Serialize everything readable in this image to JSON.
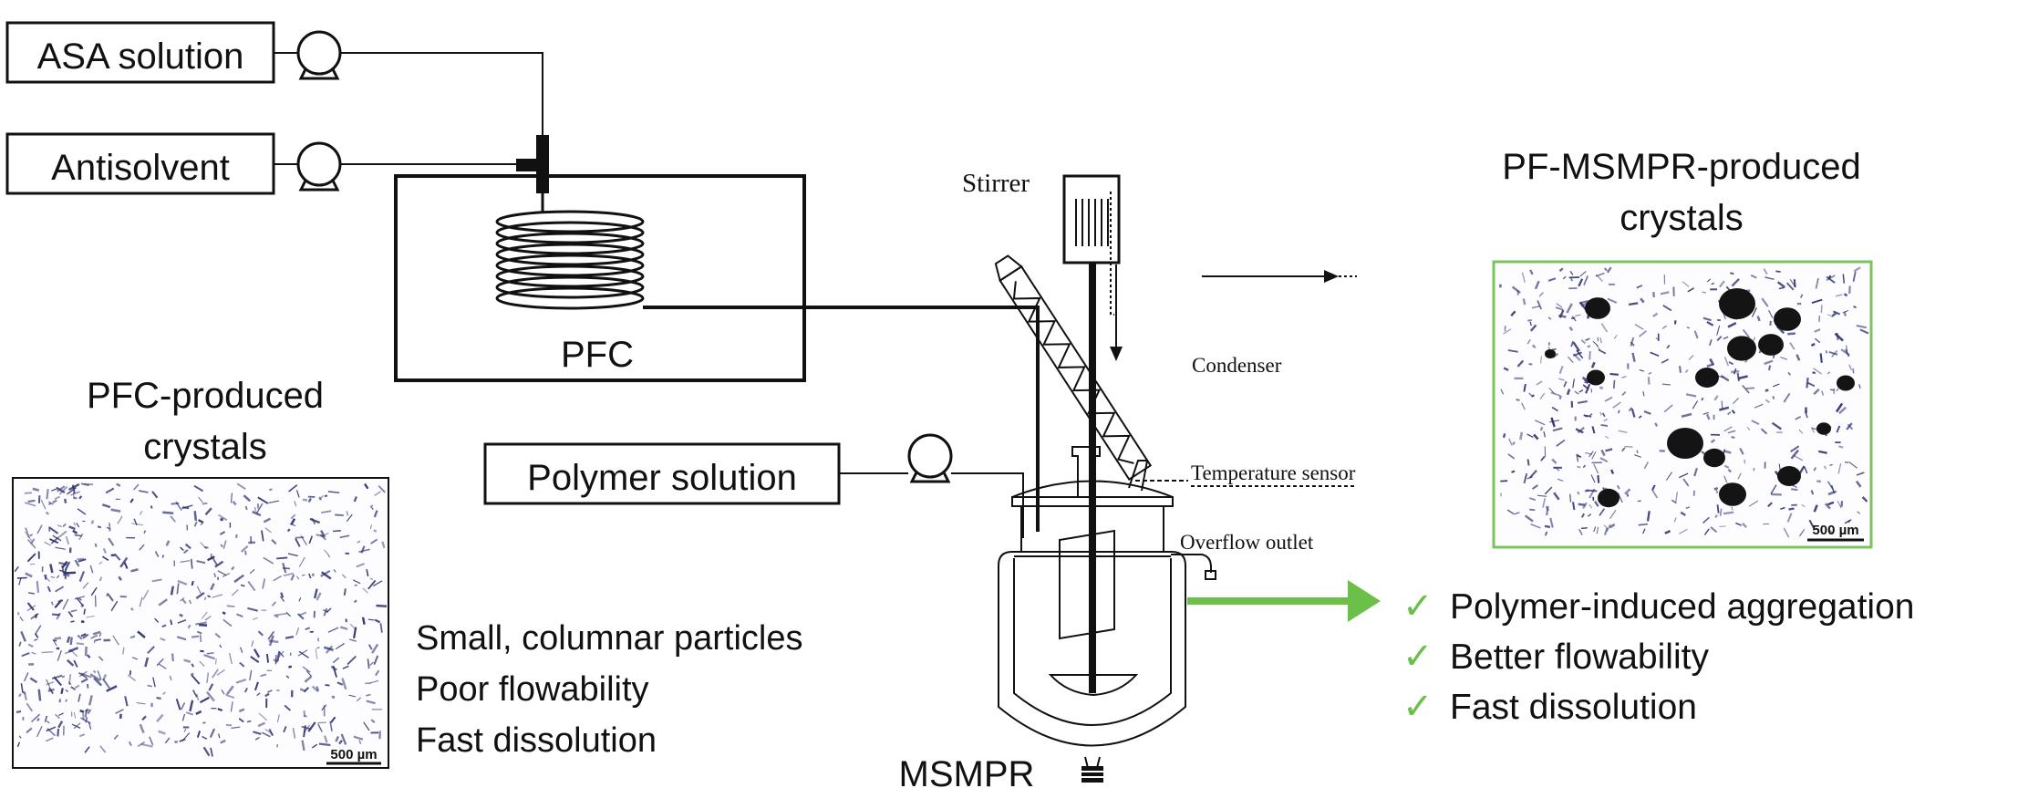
{
  "inputs": {
    "asa_solution": "ASA solution",
    "antisolvent": "Antisolvent",
    "polymer_solution": "Polymer solution"
  },
  "pfc": {
    "label": "PFC"
  },
  "msmpr": {
    "label": "MSMPR",
    "stirrer": "Stirrer",
    "condenser": "Condenser",
    "temperature_sensor": "Temperature sensor",
    "overflow_outlet": "Overflow outlet"
  },
  "pfc_crystals": {
    "title_line1": "PFC-produced",
    "title_line2": "crystals",
    "scale_bar": "500 µm",
    "properties": [
      "Small, columnar particles",
      "Poor flowability",
      "Fast dissolution"
    ]
  },
  "pf_msmpr_crystals": {
    "title_line1": "PF-MSMPR-produced",
    "title_line2": "crystals",
    "scale_bar": "500 µm",
    "check_glyph": "✓",
    "properties": [
      "Polymer-induced aggregation",
      "Better flowability",
      "Fast dissolution"
    ]
  },
  "colors": {
    "line": "#111111",
    "arrow_green": "#6cc04a",
    "image_border": "#7cc35c",
    "crystal_blue": "#2a2f6e"
  }
}
